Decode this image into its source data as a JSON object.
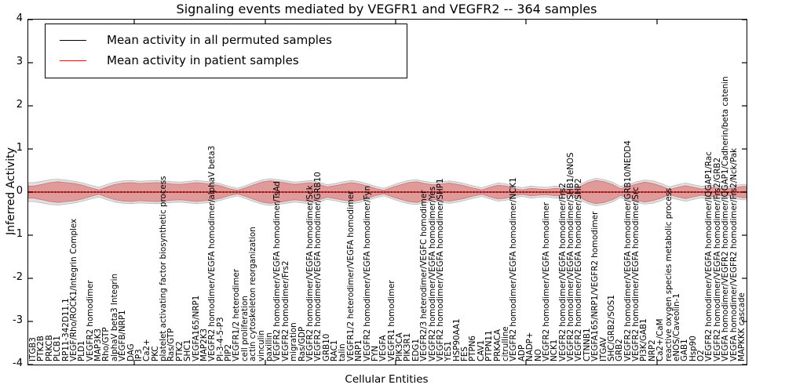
{
  "title": "Signaling events mediated by VEGFR1 and VEGFR2 -- 364 samples",
  "axes": {
    "xlabel": "Cellular Entities",
    "ylabel": "Inferred Activity",
    "ylim": [
      -4,
      4
    ],
    "ytick_labels": [
      "4",
      "3",
      "2",
      "1",
      "0",
      "-1",
      "-2",
      "-3",
      "-4"
    ]
  },
  "legend": {
    "items": [
      {
        "label": "Mean activity in all permuted samples",
        "color": "#000000"
      },
      {
        "label": "Mean activity in patient samples",
        "color": "#ff0000"
      }
    ]
  },
  "colors": {
    "spine": "#000000",
    "permuted_line": "#000000",
    "patient_line": "#ee1111",
    "permuted_band": "#c8c8c8",
    "patient_band": "#dd4444"
  },
  "chart_data": {
    "type": "line",
    "title": "Signaling events mediated by VEGFR1 and VEGFR2 -- 364 samples",
    "xlabel": "Cellular Entities",
    "ylabel": "Inferred Activity",
    "ylim": [
      -4,
      4
    ],
    "grid": false,
    "legend_position": "upper left",
    "categories": [
      "ITGB3",
      "PTK2B",
      "PRKCB",
      "PLCB1",
      "RP11-342D11.1",
      "VEGF/Rho/ROCK1/Integrin Complex",
      "PLD1",
      "VEGFR2 homodimer",
      "MAP3K3",
      "Rho/GTP",
      "alphaV beta3 Integrin",
      "VEGFB/NRP1",
      "DAG",
      "IP3",
      "Ca2+",
      "PKC",
      "platelet activating factor biosynthetic process",
      "Ras/GTP",
      "PTK2",
      "SHC1",
      "VEGFA165/NRP1",
      "MAP2K3",
      "VEGFR2 homodimer/VEGFA homodimer/alphaV beta3",
      "PI-3-4-5-P3",
      "PIP2",
      "VEGFR1/2 heterodimer",
      "cell proliferation",
      "actin cytoskeleton reorganization",
      "vinculin",
      "paxillin",
      "VEGFR2 homodimer/VEGFA homodimer/TsAd",
      "VEGFR2 homodimer/Frs2",
      "migration",
      "Ras/GDP",
      "VEGFR2 homodimer/VEGFA homodimer/Sck",
      "VEGFR2 homodimer/VEGFA homodimer/GRB10",
      "GRB10",
      "RAC1",
      "talin",
      "VEGFR1/2 heterodimer/VEGFA homodimer",
      "NRP1",
      "VEGFR2 homodimer/VEGFA homodimer/Fyn",
      "FYN",
      "VEGFA",
      "VEGFR1 homodimer",
      "PIK3CA",
      "PIK3R1",
      "EDG1",
      "VEGFR2/3 heterodimer/VEGFC homodimer",
      "VEGFR2 homodimer/VEGFA homodimer/Yes",
      "VEGFR2 homodimer/VEGFA homodimer/SHP1",
      "YES1",
      "HSP90AA1",
      "FES",
      "PTPN6",
      "CAV1",
      "PTPN11",
      "PRKACA",
      "citrulline",
      "VEGFR2 homodimer/VEGFA homodimer/NCK1",
      "ADP",
      "NADP+",
      "NO",
      "VEGFR2 homodimer/VEGFA homodimer",
      "NCK1",
      "VEGFR2 homodimer/VEGFA homodimer/Frs2",
      "VEGFR2 homodimer/VEGFA homodimer/SHB1/eNOS",
      "VEGFR2 homodimer/VEGFA homodimer/SHP2",
      "CTNNB1",
      "VEGFA165/NRP1/VEGFR2 homodimer",
      "ITGAV",
      "SHC/GRB2/SOS1",
      "GRB2",
      "VEGFR2 homodimer/VEGFA homodimer/GRB10/NEDD4",
      "VEGFR2 homodimer/VEGFA homodimer/Src",
      "PI3K/GAB1",
      "NRP2",
      "Ca2+/CaM",
      "reactive oxygen species metabolic process",
      "eNOS/Caveolin-1",
      "GAB1",
      "Hsp90",
      "O2",
      "VEGFR2 homodimer/VEGFA homodimer/IQGAP1/Rac",
      "VEGFR2 homodimer/VEGFA homodimer/Frs2/GRB2",
      "VEGFA homodimer/VEGFR2 homodimer/IQGAP1/Cadherin/beta catenin",
      "VEGFA homodimer/VEGFR2 homodimer/Frs2/Nck/Pak",
      "MAPKKK cascade"
    ],
    "series": [
      {
        "name": "Mean activity in all permuted samples",
        "color": "#000000",
        "style": "dashed",
        "values": [
          0,
          0,
          0,
          0,
          0,
          0,
          0,
          0,
          0,
          0,
          0,
          0,
          0,
          0,
          0,
          0,
          0,
          0,
          0,
          0,
          0,
          0,
          0,
          0,
          0,
          0,
          0,
          0,
          0,
          0,
          0,
          0,
          0,
          0,
          0,
          0,
          0,
          0,
          0,
          0,
          0,
          0,
          0,
          0,
          0,
          0,
          0,
          0,
          0,
          0,
          0,
          0,
          0,
          0,
          0,
          0,
          0,
          0,
          0,
          0,
          0,
          0,
          0,
          0,
          0,
          0,
          0,
          0,
          0,
          0,
          0,
          0,
          0,
          0,
          0,
          0,
          0,
          0,
          0,
          0,
          0,
          0,
          0,
          0,
          0,
          0,
          0,
          0
        ]
      },
      {
        "name": "Mean activity in patient samples",
        "color": "#ff0000",
        "style": "solid",
        "values": [
          0,
          0,
          0,
          0,
          0,
          0,
          0,
          0,
          0,
          0,
          0,
          0,
          0,
          0,
          0,
          0,
          0,
          0,
          0,
          0,
          0,
          0,
          0,
          0,
          0,
          0,
          0,
          0,
          0,
          0,
          0,
          0,
          0,
          0,
          0,
          0,
          0,
          0,
          0,
          0,
          0,
          0,
          0,
          0,
          0,
          0,
          0,
          0,
          0,
          0,
          0,
          0,
          0,
          0,
          0,
          0,
          0,
          0,
          0,
          0,
          0,
          0,
          0,
          0,
          0,
          0,
          0,
          0,
          0,
          0,
          0,
          0,
          0,
          0,
          0,
          0,
          0,
          0,
          0,
          0,
          0,
          0,
          0,
          0,
          0,
          0,
          0,
          0
        ]
      }
    ],
    "bands": [
      {
        "series": "Mean activity in all permuted samples",
        "color": "#c8c8c8",
        "halfwidths": [
          0.22,
          0.25,
          0.29,
          0.3,
          0.28,
          0.25,
          0.21,
          0.16,
          0.11,
          0.18,
          0.23,
          0.26,
          0.27,
          0.25,
          0.26,
          0.27,
          0.26,
          0.24,
          0.23,
          0.25,
          0.27,
          0.25,
          0.23,
          0.19,
          0.13,
          0.09,
          0.15,
          0.22,
          0.28,
          0.31,
          0.29,
          0.26,
          0.23,
          0.25,
          0.27,
          0.23,
          0.17,
          0.2,
          0.24,
          0.27,
          0.24,
          0.19,
          0.13,
          0.09,
          0.16,
          0.22,
          0.27,
          0.29,
          0.25,
          0.22,
          0.24,
          0.26,
          0.23,
          0.19,
          0.14,
          0.1,
          0.16,
          0.21,
          0.19,
          0.13,
          0.1,
          0.14,
          0.12,
          0.11,
          0.14,
          0.12,
          0.1,
          0.17,
          0.27,
          0.32,
          0.29,
          0.23,
          0.13,
          0.18,
          0.24,
          0.28,
          0.26,
          0.2,
          0.12,
          0.17,
          0.21,
          0.17,
          0.13,
          0.16,
          0.14,
          0.12,
          0.15,
          0.18
        ]
      },
      {
        "series": "Mean activity in patient samples",
        "color": "#dd4444",
        "halfwidths": [
          0.14,
          0.18,
          0.22,
          0.24,
          0.22,
          0.2,
          0.16,
          0.1,
          0.05,
          0.12,
          0.18,
          0.21,
          0.22,
          0.2,
          0.21,
          0.22,
          0.21,
          0.19,
          0.18,
          0.2,
          0.22,
          0.2,
          0.18,
          0.14,
          0.08,
          0.04,
          0.1,
          0.17,
          0.23,
          0.26,
          0.24,
          0.21,
          0.18,
          0.2,
          0.22,
          0.18,
          0.12,
          0.15,
          0.19,
          0.22,
          0.19,
          0.14,
          0.08,
          0.04,
          0.11,
          0.17,
          0.22,
          0.24,
          0.2,
          0.17,
          0.19,
          0.21,
          0.18,
          0.14,
          0.09,
          0.05,
          0.11,
          0.16,
          0.14,
          0.08,
          0.05,
          0.09,
          0.07,
          0.06,
          0.09,
          0.07,
          0.05,
          0.12,
          0.22,
          0.27,
          0.24,
          0.18,
          0.08,
          0.13,
          0.19,
          0.23,
          0.2,
          0.14,
          0.06,
          0.11,
          0.15,
          0.11,
          0.07,
          0.11,
          0.09,
          0.07,
          0.1,
          0.13
        ]
      }
    ]
  }
}
